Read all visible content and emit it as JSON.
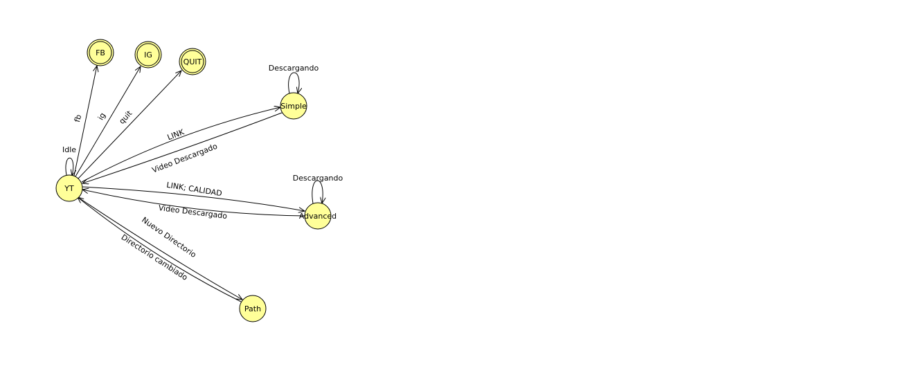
{
  "diagram": {
    "states": [
      {
        "id": "YT",
        "label": "YT",
        "final": false
      },
      {
        "id": "FB",
        "label": "FB",
        "final": true
      },
      {
        "id": "IG",
        "label": "IG",
        "final": true
      },
      {
        "id": "QUIT",
        "label": "QUIT",
        "final": true
      },
      {
        "id": "Simple",
        "label": "Simple",
        "final": false
      },
      {
        "id": "Advanced",
        "label": "Advanced",
        "final": false
      },
      {
        "id": "Path",
        "label": "Path",
        "final": false
      }
    ],
    "transitions": [
      {
        "from": "YT",
        "to": "YT",
        "label": "Idle"
      },
      {
        "from": "YT",
        "to": "FB",
        "label": "fb"
      },
      {
        "from": "YT",
        "to": "IG",
        "label": "ig"
      },
      {
        "from": "YT",
        "to": "QUIT",
        "label": "quit"
      },
      {
        "from": "YT",
        "to": "Simple",
        "label": "LINK"
      },
      {
        "from": "Simple",
        "to": "YT",
        "label": "Video Descargado"
      },
      {
        "from": "Simple",
        "to": "Simple",
        "label": "Descargando"
      },
      {
        "from": "YT",
        "to": "Advanced",
        "label": "LINK; CALIDAD"
      },
      {
        "from": "Advanced",
        "to": "YT",
        "label": "Video Descargado"
      },
      {
        "from": "Advanced",
        "to": "Advanced",
        "label": "Descargando"
      },
      {
        "from": "YT",
        "to": "Path",
        "label": "Nuevo Directorio"
      },
      {
        "from": "Path",
        "to": "YT",
        "label": "Directorio cambiado"
      }
    ]
  }
}
